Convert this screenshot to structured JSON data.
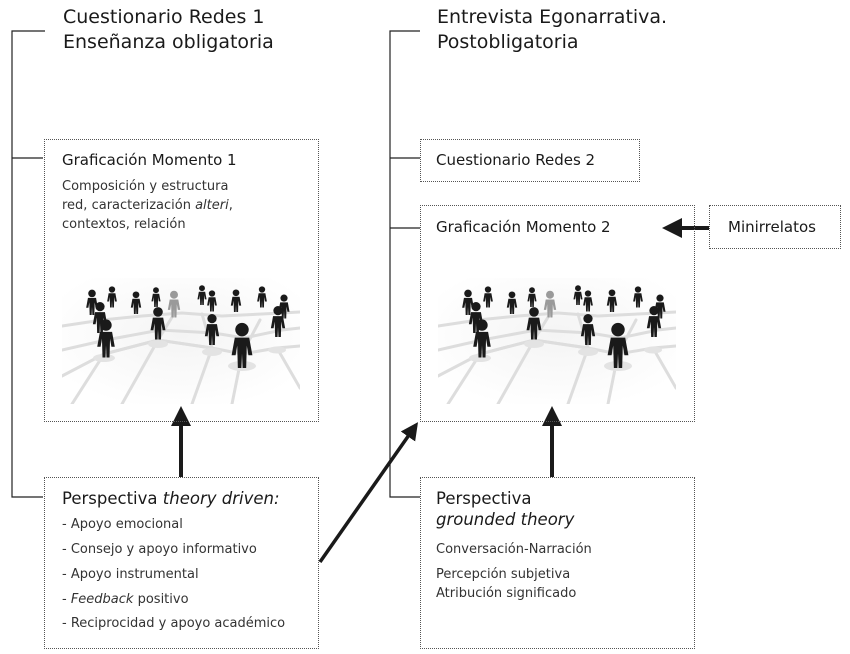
{
  "left_column": {
    "heading_line1": "Cuestionario Redes 1",
    "heading_line2": "Enseñanza obligatoria",
    "graph_box": {
      "title": "Graficación Momento 1",
      "desc_line1": "Composición y estructura",
      "desc_line2_prefix": "red, caracterización ",
      "desc_line2_italic": "alteri",
      "desc_line2_suffix": ",",
      "desc_line3": "contextos, relación"
    },
    "perspective_box": {
      "title_prefix": "Perspectiva ",
      "title_italic": "theory driven:",
      "items": [
        "- Apoyo emocional",
        "- Consejo y apoyo informativo",
        "- Apoyo instrumental",
        "positivo",
        "- Reciprocidad y apoyo académico"
      ],
      "feedback_prefix": "- ",
      "feedback_italic": "Feedback"
    }
  },
  "right_column": {
    "heading_line1": "Entrevista Egonarrativa.",
    "heading_line2": "Postobligatoria",
    "cuestionario_box": {
      "title": "Cuestionario Redes 2"
    },
    "graph_box": {
      "title": "Graficación Momento 2"
    },
    "minirrelatos_box": {
      "title": "Minirrelatos"
    },
    "perspective_box": {
      "title_line1": "Perspectiva",
      "title_line2_italic": "grounded theory",
      "items": [
        "Conversación-Narración",
        "Percepción subjetiva",
        "Atribución significado"
      ]
    }
  },
  "colors": {
    "line": "#222222",
    "box_border": "#555555",
    "figure": "#1a1a1a",
    "figure_highlight": "#9a9a9a"
  },
  "icons": [
    "social-network-people-icon",
    "social-network-people-icon"
  ]
}
